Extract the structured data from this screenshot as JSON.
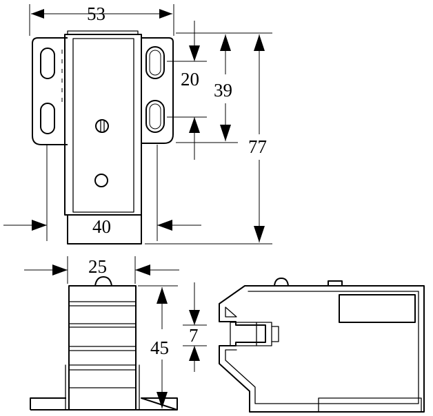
{
  "drawing": {
    "dimensions": {
      "top_width": "53",
      "slot_spacing": "20",
      "slot_span": "39",
      "total_height": "77",
      "bottom_width": "40",
      "side_width": "25",
      "side_height": "45",
      "jaw_gap": "7"
    }
  }
}
